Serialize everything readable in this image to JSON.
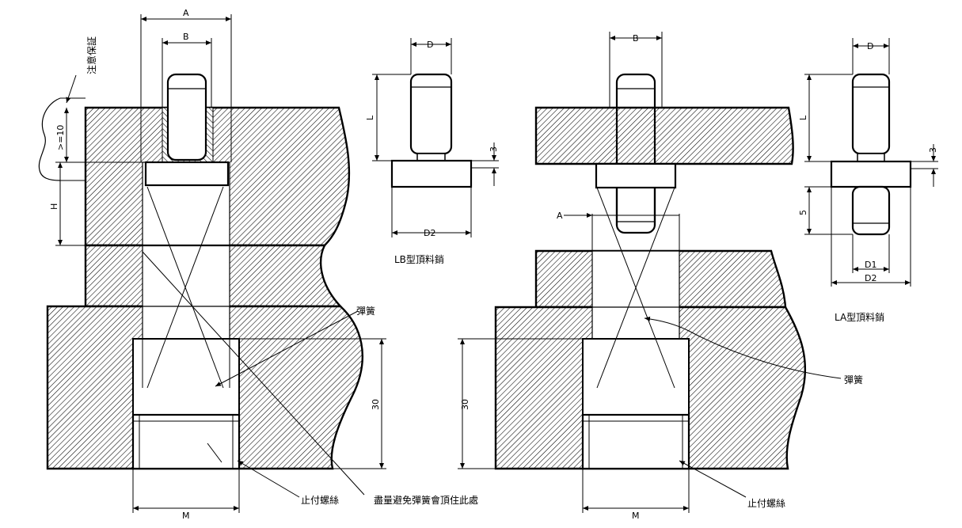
{
  "left_assembly": {
    "dim_A": "A",
    "dim_B": "B",
    "dim_H": "H",
    "dim_min10": ">=10",
    "dim_30": "30",
    "dim_M": "M",
    "note_guarantee": "注意保証",
    "label_spring": "彈簧",
    "label_stop_screw": "止付螺絲",
    "note_avoid": "盡量避免彈簧會頂住此處"
  },
  "lb_pin": {
    "dim_D": "D",
    "dim_L": "L",
    "dim_3": "3",
    "dim_D2": "D2",
    "title": "LB型頂料銷"
  },
  "right_assembly": {
    "dim_B": "B",
    "dim_A": "A",
    "dim_30": "30",
    "dim_M": "M",
    "label_spring": "彈簧",
    "label_stop_screw": "止付螺絲"
  },
  "la_pin": {
    "dim_D": "D",
    "dim_L": "L",
    "dim_3": "3",
    "dim_5": "5",
    "dim_D1": "D1",
    "dim_D2": "D2",
    "title": "LA型頂料銷"
  },
  "colors": {
    "line": "#000000",
    "background": "#ffffff"
  }
}
